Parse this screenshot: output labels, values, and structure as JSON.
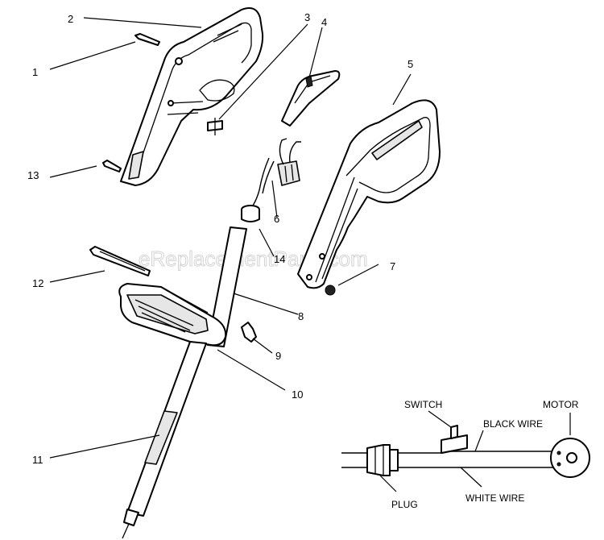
{
  "watermark": "eReplacementParts.com",
  "callouts": {
    "c1": "1",
    "c2": "2",
    "c3": "3",
    "c4": "4",
    "c5": "5",
    "c6": "6",
    "c7": "7",
    "c8": "8",
    "c9": "9",
    "c10": "10",
    "c11": "11",
    "c12": "12",
    "c13": "13",
    "c14": "14"
  },
  "wiring": {
    "switch": "SWITCH",
    "motor": "MOTOR",
    "black_wire": "BLACK WIRE",
    "white_wire": "WHITE WIRE",
    "plug": "PLUG"
  }
}
